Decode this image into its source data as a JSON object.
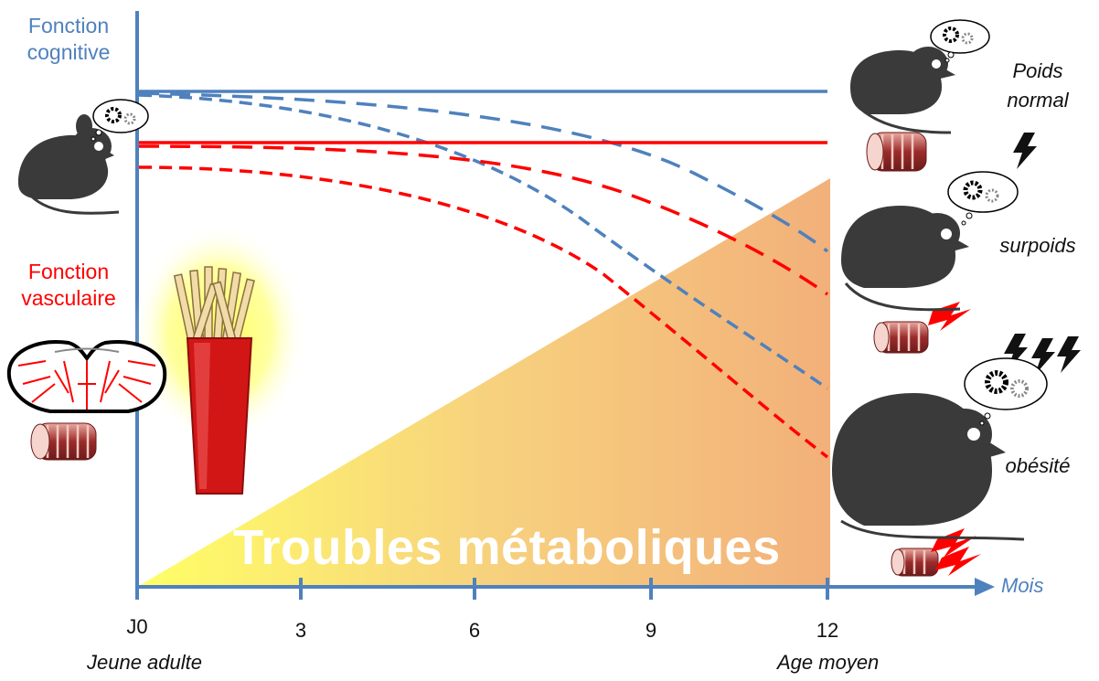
{
  "y_axis_labels": {
    "cognitive_line1": "Fonction",
    "cognitive_line2": "cognitive",
    "vascular_line1": "Fonction",
    "vascular_line2": "vasculaire"
  },
  "x_axis": {
    "unit_label": "Mois",
    "ticks": [
      "J0",
      "3",
      "6",
      "9",
      "12"
    ],
    "start_caption": "Jeune adulte",
    "end_caption": "Age moyen"
  },
  "background_label": "Troubles métaboliques",
  "mice": [
    {
      "line1": "Poids",
      "line2": "normal"
    },
    {
      "line1": "surpoids",
      "line2": ""
    },
    {
      "line1": "obésité",
      "line2": ""
    }
  ],
  "colors": {
    "cognitive": "#4f81bd",
    "vascular": "#ff0000",
    "gradient_start": "#ffff66",
    "gradient_end": "#f2b07a",
    "mouse": "#3a3a3a"
  },
  "icons": [
    "mouse-icon",
    "thought-bubble-icon",
    "gear-icon",
    "brain-section-icon",
    "blood-vessel-icon",
    "french-fries-icon",
    "lightning-icon"
  ]
}
